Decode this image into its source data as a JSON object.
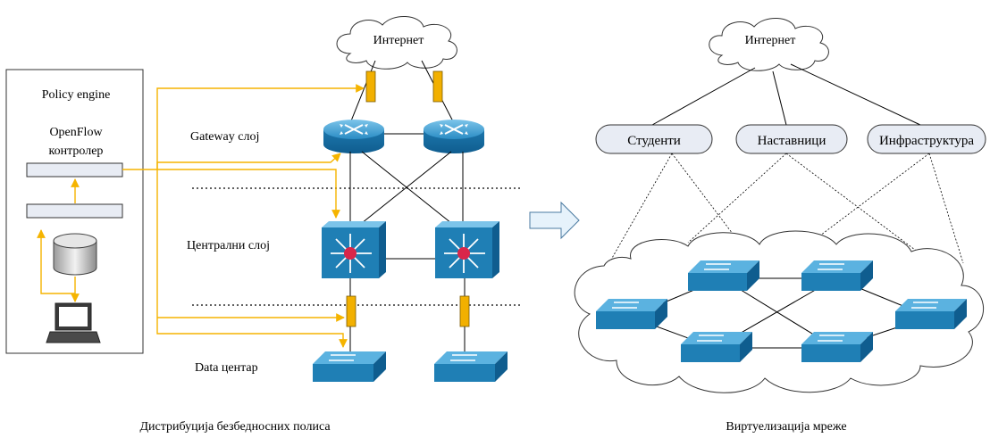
{
  "left": {
    "internet_label": "Интернет",
    "policy_engine": "Policy engine",
    "controller_line1": "OpenFlow",
    "controller_line2": "контролер",
    "layer_gateway": "Gateway слој",
    "layer_core": "Централни слој",
    "layer_datacenter": "Data центар",
    "caption": "Дистрибуција безбедносних полиса"
  },
  "right": {
    "internet_label": "Интернет",
    "groups": [
      "Студенти",
      "Наставници",
      "Инфраструктура"
    ],
    "caption": "Виртуелизација мреже"
  },
  "colors": {
    "policy_line": "#f5b400",
    "firewall_fill": "#f2b000",
    "device_blue": "#1f7fb5",
    "device_blue_light": "#5bb2e0",
    "group_fill": "#e8ecf4"
  }
}
